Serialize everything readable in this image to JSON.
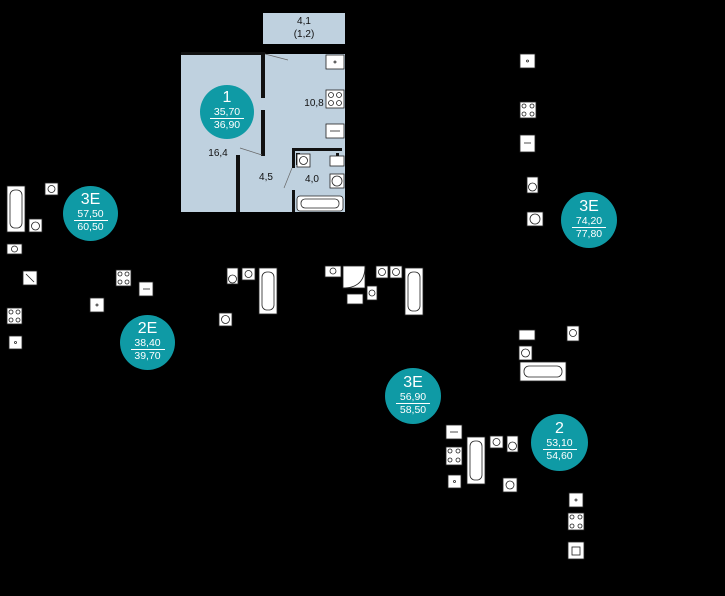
{
  "apartment": {
    "number": "1",
    "area_living": "35,70",
    "area_total": "36,90"
  },
  "rooms": {
    "balcony_area": "4,1",
    "balcony_area_reduced": "(1,2)",
    "room_area": "16,4",
    "kitchen_area": "10,8",
    "hall_area": "4,5",
    "bath_area": "4,0"
  },
  "badges": [
    {
      "number": "3E",
      "area_living": "57,50",
      "area_total": "60,50"
    },
    {
      "number": "2E",
      "area_living": "38,40",
      "area_total": "39,70"
    },
    {
      "number": "3E",
      "area_living": "74,20",
      "area_total": "77,80"
    },
    {
      "number": "3E",
      "area_living": "56,90",
      "area_total": "58,50"
    },
    {
      "number": "2",
      "area_living": "53,10",
      "area_total": "54,60"
    }
  ],
  "colors": {
    "background": "#000000",
    "apartment_fill": "#bfd1df",
    "badge": "#0f9aa5",
    "wall": "#111111"
  },
  "icons": [
    "bathtub-icon",
    "toilet-icon",
    "sink-icon",
    "stove-icon",
    "washer-icon",
    "shower-icon",
    "fridge-icon",
    "door-icon"
  ]
}
